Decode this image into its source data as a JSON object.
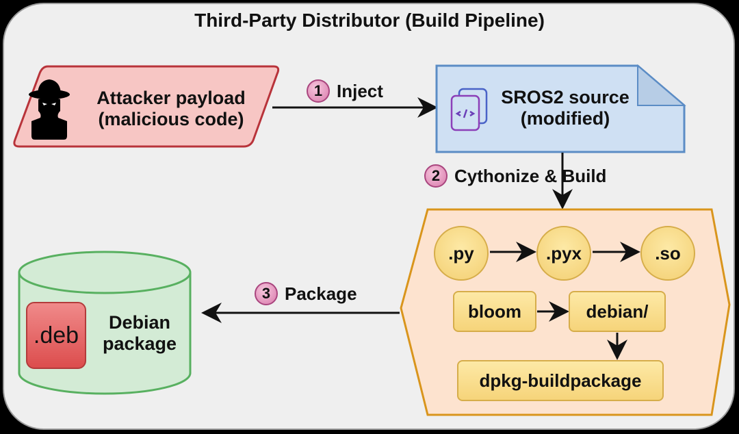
{
  "title": "Third-Party Distributor (Build Pipeline)",
  "nodes": {
    "attacker": {
      "line1": "Attacker payload",
      "line2": "(malicious code)",
      "icon": "spy-icon",
      "fill": "#f7c6c4",
      "stroke": "#b8333a"
    },
    "source": {
      "line1": "SROS2 source",
      "line2": "(modified)",
      "icon": "code-files-icon",
      "fill": "#cfe0f3",
      "stroke": "#5b8cc5"
    },
    "build": {
      "fill": "#fde3cf",
      "stroke": "#d9951c",
      "files": [
        ".py",
        ".pyx",
        ".so"
      ],
      "tools": {
        "bloom": "bloom",
        "debian": "debian/",
        "dpkg": "dpkg-buildpackage"
      }
    },
    "package": {
      "badge": ".deb",
      "line1": "Debian",
      "line2": "package",
      "fill": "#d3ebd5",
      "stroke": "#58b060"
    }
  },
  "steps": [
    {
      "num": "1",
      "label": "Inject"
    },
    {
      "num": "2",
      "label": "Cythonize & Build"
    },
    {
      "num": "3",
      "label": "Package"
    }
  ]
}
